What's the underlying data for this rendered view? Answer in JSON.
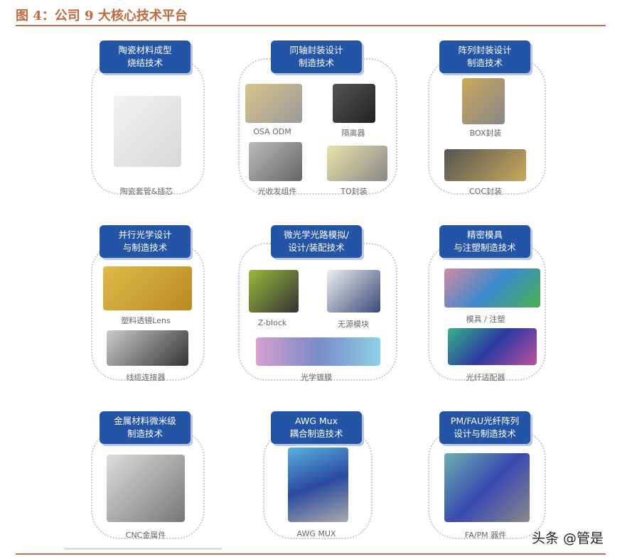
{
  "figure_title": "图 4：公司 9 大核心技术平台",
  "accent_color": "#2454a6",
  "title_color": "#c0683f",
  "panels": [
    {
      "title": "陶瓷材料成型\n烧结技术",
      "captions": [
        "陶瓷套管&插芯"
      ]
    },
    {
      "title": "同轴封装设计\n制造技术",
      "captions": [
        "OSA ODM",
        "隔离器",
        "光收发组件",
        "TO封装"
      ]
    },
    {
      "title": "阵列封装设计\n制造技术",
      "captions": [
        "BOX封装",
        "COC封装"
      ]
    },
    {
      "title": "并行光学设计\n与制造技术",
      "captions": [
        "塑料透镜Lens",
        "线缆连接器"
      ]
    },
    {
      "title": "微光学光路模拟/\n设计/装配技术",
      "captions": [
        "Z-block",
        "无源模块",
        "光学镀膜"
      ]
    },
    {
      "title": "精密模具\n与注塑制造技术",
      "captions": [
        "模具 / 注塑",
        "光纤适配器"
      ]
    },
    {
      "title": "金属材料微米级\n制造技术",
      "captions": [
        "CNC金属件"
      ]
    },
    {
      "title": "AWG Mux\n耦合制造技术",
      "captions": [
        "AWG MUX"
      ]
    },
    {
      "title": "PM/FAU光纤阵列\n设计与制造技术",
      "captions": [
        "FA/PM 器件"
      ]
    }
  ],
  "watermark": "头条 @管是"
}
